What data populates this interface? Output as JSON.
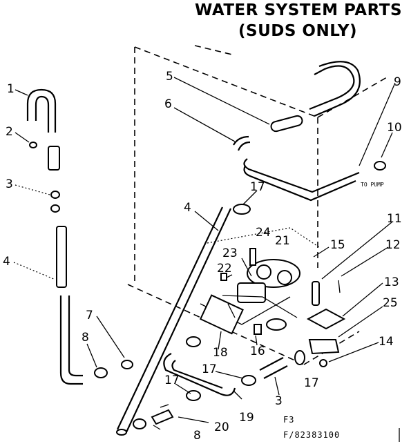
{
  "title": {
    "line1": "WATER SYSTEM PARTS",
    "line2": "(SUDS ONLY)"
  },
  "labels": {
    "l1": "1",
    "l2": "2",
    "l3a": "3",
    "l4a": "4",
    "l4b": "4",
    "l5": "5",
    "l6": "6",
    "l7": "7",
    "l8a": "8",
    "l8b": "8",
    "l9": "9",
    "l10": "10",
    "l11": "11",
    "l12": "12",
    "l13": "13",
    "l14": "14",
    "l15": "15",
    "l16": "16",
    "l17a": "17",
    "l17b": "17",
    "l17c": "17",
    "l17d": "17",
    "l18": "18",
    "l19": "19",
    "l20": "20",
    "l21": "21",
    "l22": "22",
    "l23": "23",
    "l24": "24",
    "l25": "25",
    "l3b": "3"
  },
  "to_pump": "TO PUMP",
  "figure_code": "F3",
  "part_code": "F/82383100"
}
